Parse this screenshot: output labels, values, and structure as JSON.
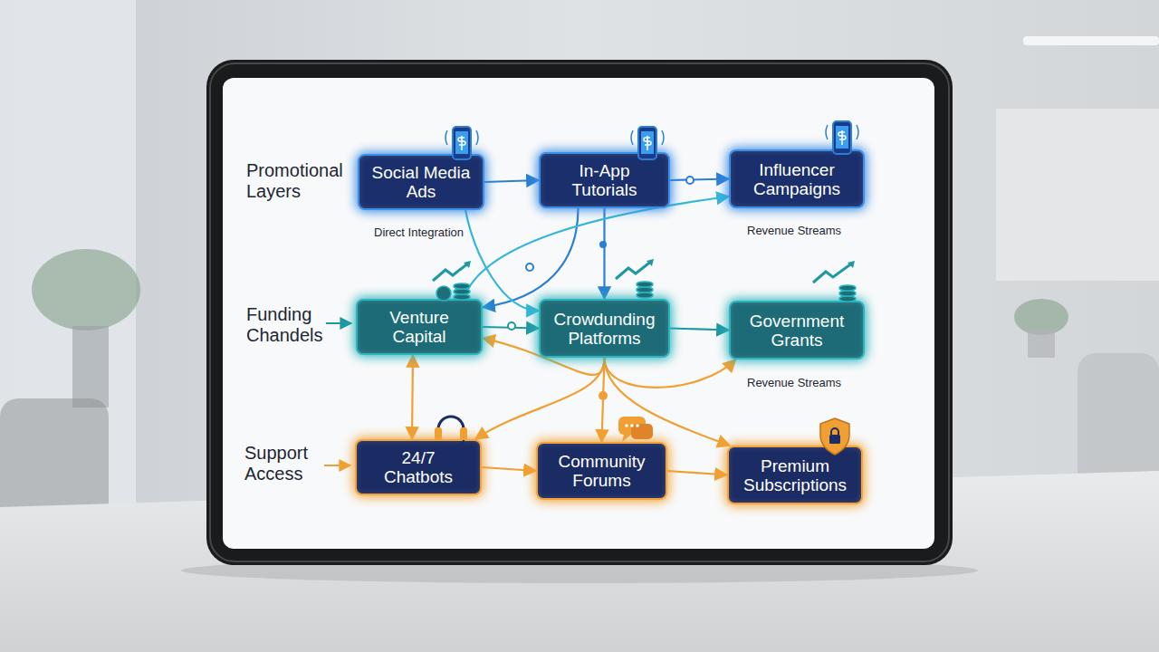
{
  "diagram": {
    "nodes": [
      {
        "text": [
          "Social Media Ads"
        ]
      },
      {
        "text": [
          "In-App Tutorials"
        ]
      },
      {
        "text": [
          "Influencer Campaigns"
        ]
      },
      {
        "text": [
          "Venture Capital"
        ]
      },
      {
        "text": [
          "Crowdunding Platforms"
        ]
      },
      {
        "text": [
          "Government Grants"
        ]
      },
      {
        "text": [
          "24/7 Chatbots"
        ]
      },
      {
        "text": [
          "Community Forums"
        ]
      },
      {
        "text": [
          "Premium Subscriptions"
        ]
      }
    ],
    "edges": [
      {
        "from": 0,
        "to": 1,
        "arrow": "to"
      },
      {
        "from": 1,
        "to": 2,
        "arrow": "to"
      },
      {
        "from": 3,
        "to": 4,
        "arrow": "to"
      },
      {
        "from": 4,
        "to": 5,
        "arrow": "to"
      },
      {
        "from": 6,
        "to": 7,
        "arrow": "to"
      },
      {
        "from": 7,
        "to": 8,
        "arrow": "to"
      },
      {
        "from": 1,
        "to": 4,
        "arrow": "to"
      },
      {
        "from": 3,
        "to": 6,
        "arrow": "both"
      },
      {
        "from": 4,
        "to": 7,
        "arrow": "to"
      },
      {
        "from": 1,
        "to": 3,
        "arrow": "to"
      },
      {
        "from": 3,
        "to": 2,
        "arrow": "to"
      },
      {
        "from": 0,
        "to": 4,
        "arrow": "to"
      },
      {
        "from": 4,
        "to": 3,
        "arrow": "to"
      },
      {
        "from": 4,
        "to": 5,
        "arrow": "to"
      },
      {
        "from": 4,
        "to": 6,
        "arrow": "to"
      },
      {
        "from": 4,
        "to": 8,
        "arrow": "to"
      }
    ],
    "labels": [
      "Promotional Layers",
      "Funding Chandels",
      "Support Access",
      "Direct Integration",
      "Revenue Streams",
      "Revenue Streams"
    ]
  }
}
